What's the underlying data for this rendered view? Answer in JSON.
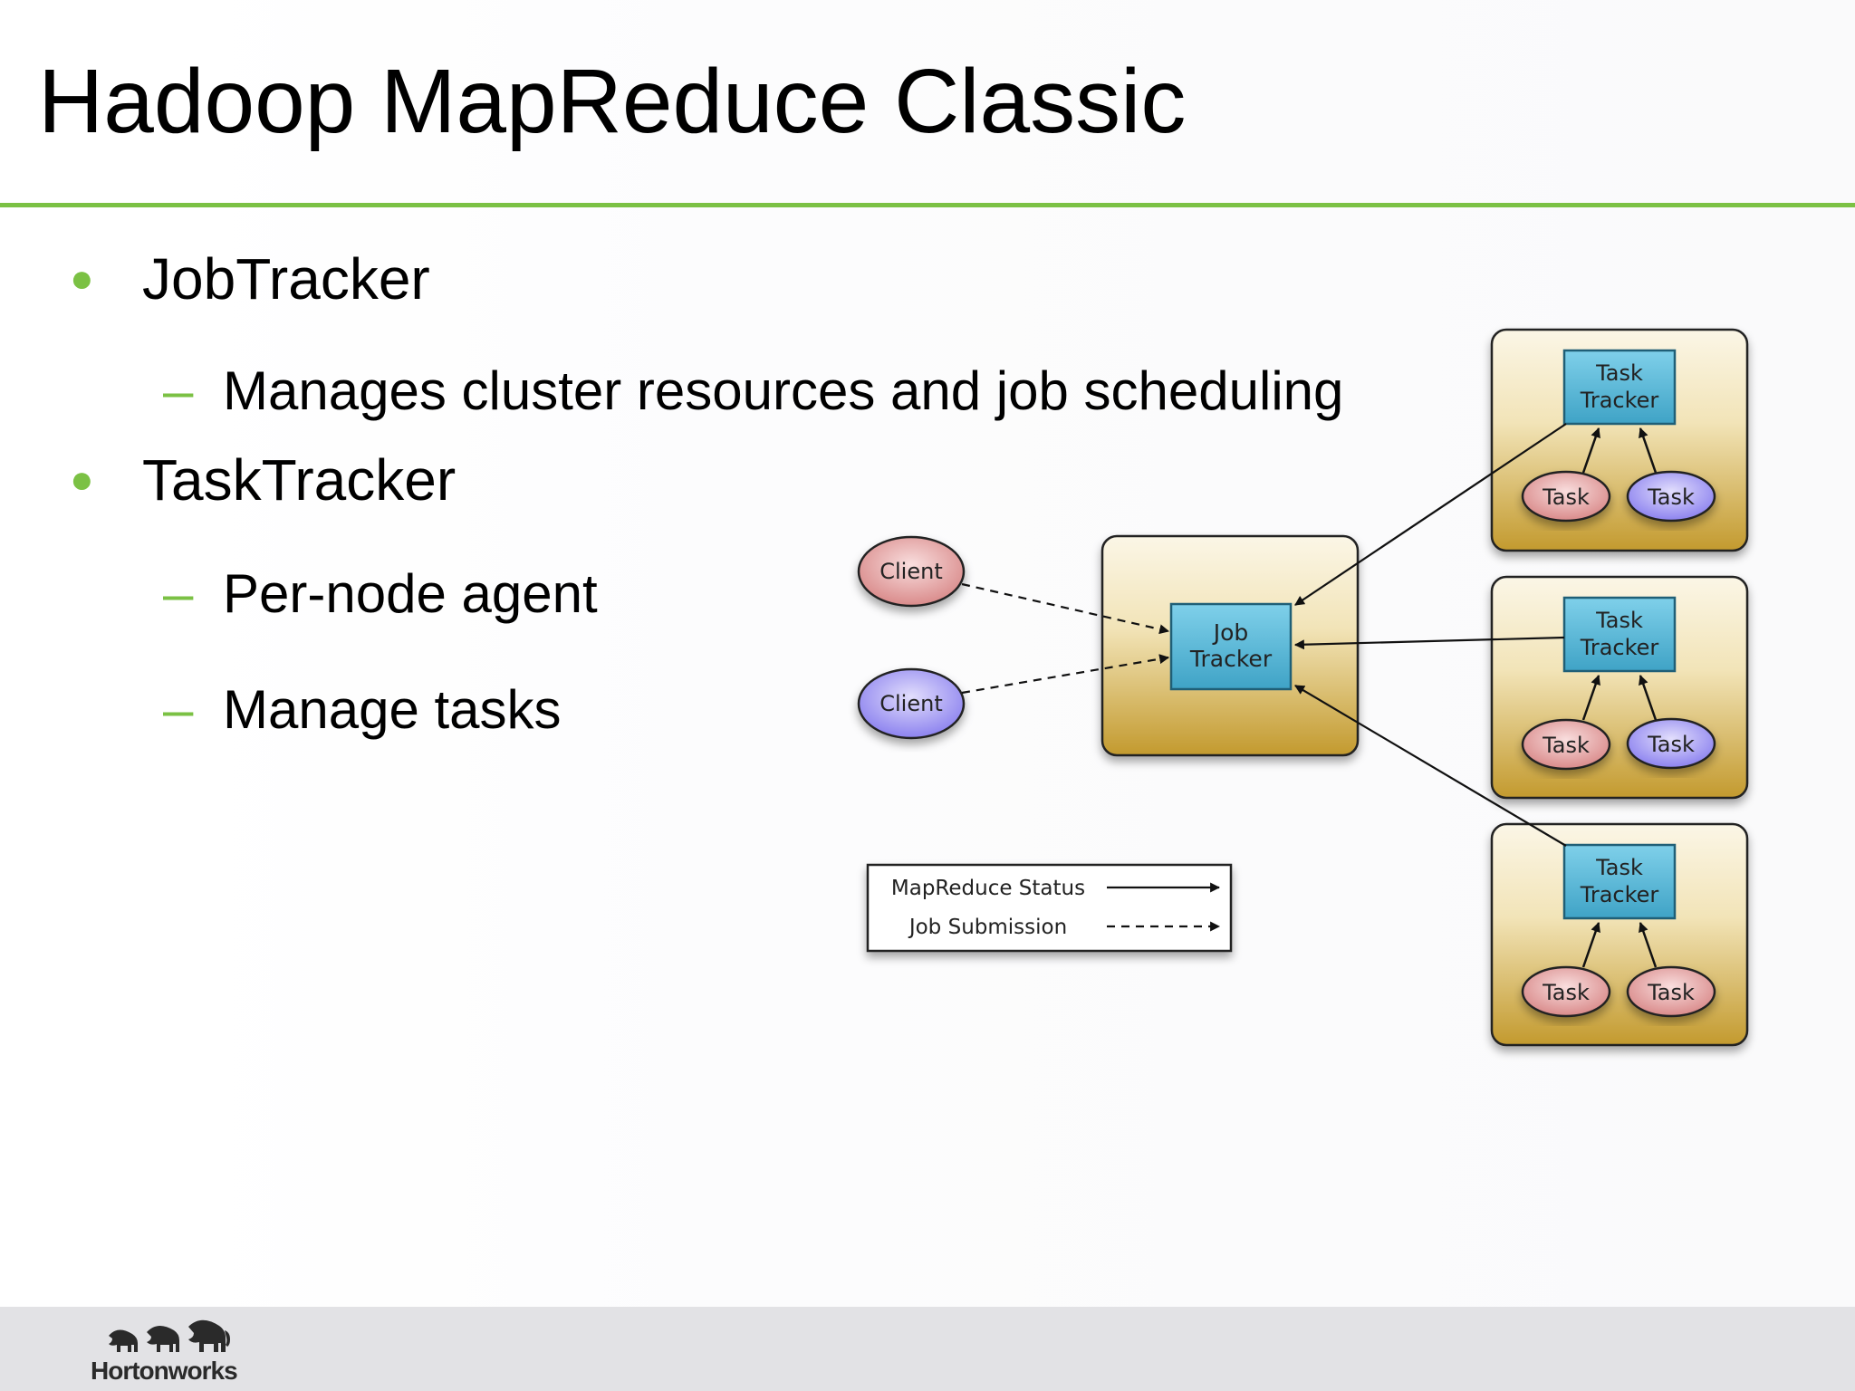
{
  "slide": {
    "title": "Hadoop MapReduce Classic",
    "bullets": [
      {
        "text": "JobTracker",
        "subs": [
          "Manages cluster resources and job scheduling"
        ]
      },
      {
        "text": "TaskTracker",
        "subs": [
          "Per-node agent",
          "Manage tasks"
        ]
      }
    ]
  },
  "diagram": {
    "clients": [
      {
        "label": "Client",
        "color": "#e8a3a3"
      },
      {
        "label": "Client",
        "color": "#a9a3f5"
      }
    ],
    "job_tracker": {
      "line1": "Job",
      "line2": "Tracker"
    },
    "task_trackers": [
      {
        "line1": "Task",
        "line2": "Tracker",
        "tasks": [
          {
            "label": "Task",
            "color": "#e8a3a3"
          },
          {
            "label": "Task",
            "color": "#a9a3f5"
          }
        ]
      },
      {
        "line1": "Task",
        "line2": "Tracker",
        "tasks": [
          {
            "label": "Task",
            "color": "#e8a3a3"
          },
          {
            "label": "Task",
            "color": "#a9a3f5"
          }
        ]
      },
      {
        "line1": "Task",
        "line2": "Tracker",
        "tasks": [
          {
            "label": "Task",
            "color": "#e8a3a3"
          },
          {
            "label": "Task",
            "color": "#e8a3a3"
          }
        ]
      }
    ],
    "legend": {
      "status_label": "MapReduce Status",
      "submission_label": "Job Submission"
    },
    "colors": {
      "node_top": "#fbf6e6",
      "node_bottom": "#c39a2e",
      "tracker_fill": "#5bb7d6",
      "accent": "#7bc144"
    }
  },
  "footer": {
    "logo_text": "Hortonworks"
  }
}
